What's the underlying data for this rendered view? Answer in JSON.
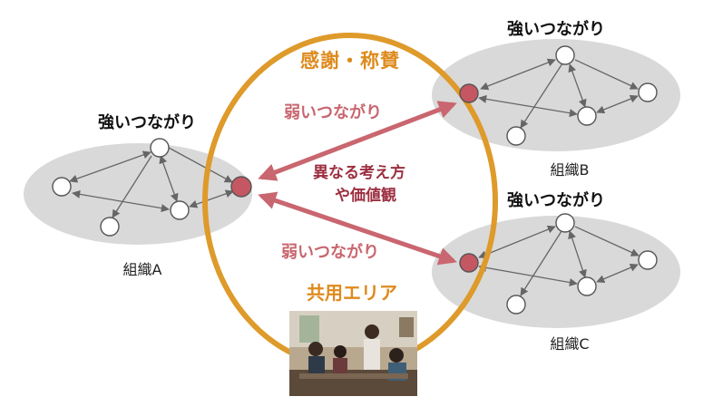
{
  "colors": {
    "org_fill": "#d9d9d9",
    "common_ring": "#de9a2a",
    "weak_arrow": "#c9666f",
    "hub_node": "#c45762",
    "node_stroke": "#555555",
    "text_dark": "#111111",
    "text_orange": "#de8a1c",
    "text_weak": "#c9666f",
    "text_diverse": "#9c2f40"
  },
  "labels": {
    "gratitude": "感謝・称賛",
    "weak_top": "弱いつながり",
    "weak_bottom": "弱いつながり",
    "diverse_line1": "異なる考え方",
    "diverse_line2": "や価値観",
    "common_area": "共用エリア"
  },
  "organizations": [
    {
      "name": "組織A",
      "strong": "強いつながり"
    },
    {
      "name": "組織B",
      "strong": "強いつながり"
    },
    {
      "name": "組織C",
      "strong": "強いつながり"
    }
  ],
  "photo": {
    "icon": "office-people-photo"
  }
}
